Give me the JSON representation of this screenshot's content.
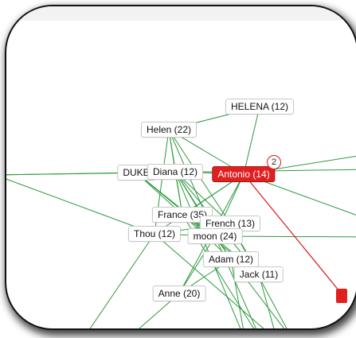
{
  "graph": {
    "nodes": [
      {
        "id": "helena",
        "label": "HELENA (12)"
      },
      {
        "id": "helen",
        "label": "Helen (22)"
      },
      {
        "id": "duke",
        "label": "DUKE"
      },
      {
        "id": "diana",
        "label": "Diana (12)"
      },
      {
        "id": "antonio",
        "label": "Antonio (14)",
        "selected": true
      },
      {
        "id": "france",
        "label": "France (35)"
      },
      {
        "id": "french",
        "label": "French (13)"
      },
      {
        "id": "thou",
        "label": "Thou (12)"
      },
      {
        "id": "moon",
        "label": "moon (24)"
      },
      {
        "id": "adam",
        "label": "Adam (12)"
      },
      {
        "id": "jack",
        "label": "Jack (11)"
      },
      {
        "id": "anne",
        "label": "Anne (20)"
      }
    ],
    "selected_badge": "2",
    "colors": {
      "edge": "#2e9a3e",
      "edge_selected": "#d81818",
      "selected_node": "#e02020",
      "node_border": "#c8c8c8"
    }
  }
}
